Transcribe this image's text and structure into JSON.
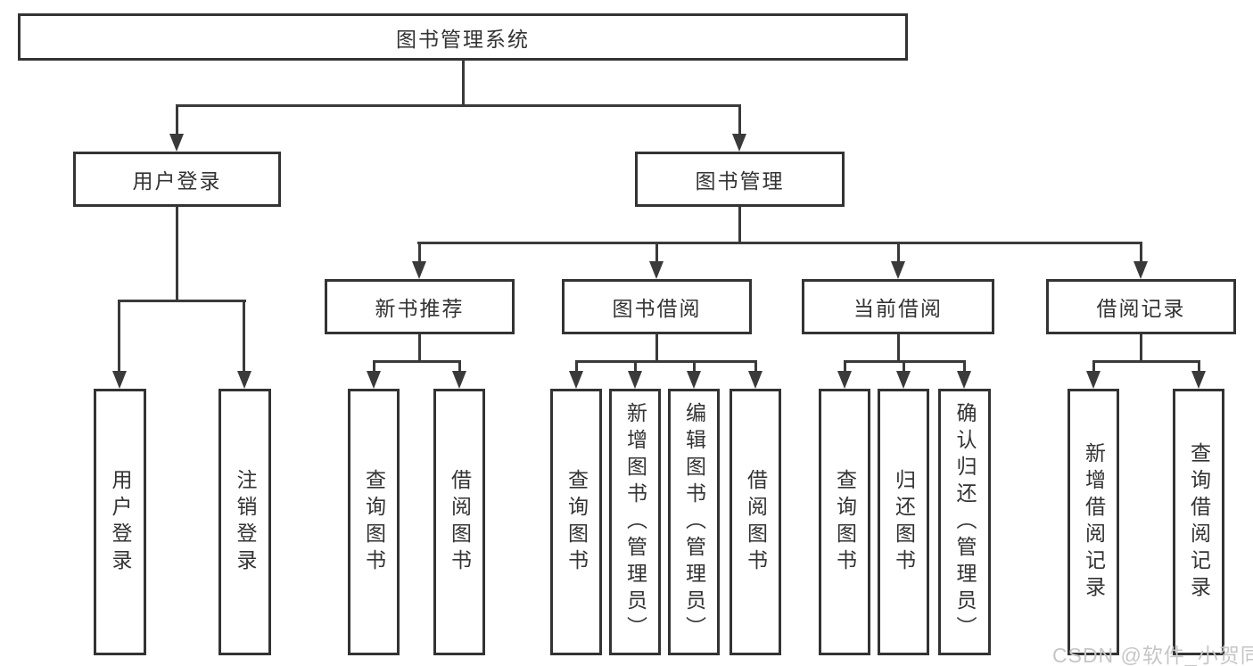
{
  "diagram_title": "图书管理系统",
  "nodes": {
    "root": "图书管理系统",
    "user_login": "用户登录",
    "book_mgmt": "图书管理",
    "new_book_rec": "新书推荐",
    "book_borrow": "图书借阅",
    "current_borrow": "当前借阅",
    "borrow_records": "借阅记录",
    "leaf_user_login": "用户登录",
    "leaf_logout": "注销登录",
    "leaf_nb_query": "查询图书",
    "leaf_nb_borrow": "借阅图书",
    "leaf_bb_query": "查询图书",
    "leaf_bb_add": "新增图书（管理员）",
    "leaf_bb_edit": "编辑图书（管理员）",
    "leaf_bb_borrow": "借阅图书",
    "leaf_cb_query": "查询图书",
    "leaf_cb_return": "归还图书",
    "leaf_cb_confirm": "确认归还（管理员）",
    "leaf_br_add": "新增借阅记录",
    "leaf_br_query": "查询借阅记录"
  },
  "watermark": "CSDN @软件_小贺同学",
  "colors": {
    "line": "#3a3a3a",
    "box_border": "#333333",
    "text": "#333333",
    "watermark": "#c6c6c6",
    "background": "#ffffff"
  }
}
